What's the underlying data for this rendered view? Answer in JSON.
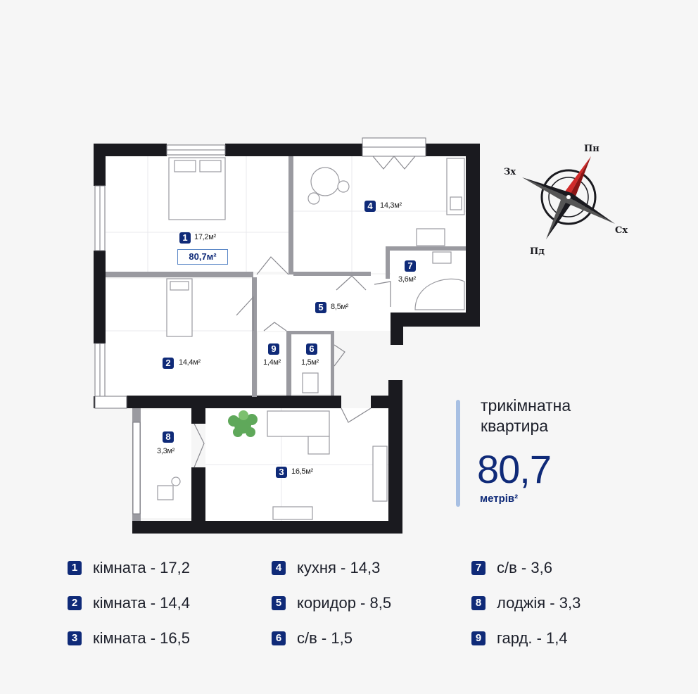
{
  "rooms": [
    {
      "num": "1",
      "area": "17,2м²"
    },
    {
      "num": "2",
      "area": "14,4м²"
    },
    {
      "num": "3",
      "area": "16,5м²"
    },
    {
      "num": "4",
      "area": "14,3м²"
    },
    {
      "num": "5",
      "area": "8,5м²"
    },
    {
      "num": "6",
      "area": "1,5м²"
    },
    {
      "num": "7",
      "area": "3,6м²"
    },
    {
      "num": "8",
      "area": "3,3м²"
    },
    {
      "num": "9",
      "area": "1,4м²"
    }
  ],
  "plan_total": "80,7м²",
  "compass": {
    "north": "Пн",
    "east": "Сх",
    "south": "Пд",
    "west": "Зх"
  },
  "info": {
    "title_line1": "трикімнатна",
    "title_line2": "квартира",
    "area": "80,7",
    "unit": "метрів²"
  },
  "legend": [
    {
      "num": "1",
      "text": "кімната - 17,2"
    },
    {
      "num": "2",
      "text": "кімната - 14,4"
    },
    {
      "num": "3",
      "text": "кімната - 16,5"
    },
    {
      "num": "4",
      "text": "кухня - 14,3"
    },
    {
      "num": "5",
      "text": "коридор - 8,5"
    },
    {
      "num": "6",
      "text": "с/в - 1,5"
    },
    {
      "num": "7",
      "text": "с/в - 3,6"
    },
    {
      "num": "8",
      "text": "лоджія - 3,3"
    },
    {
      "num": "9",
      "text": "гард. - 1,4"
    }
  ],
  "colors": {
    "accent": "#0f2a78",
    "wall": "#1a1a1f",
    "bar": "#a8c0e3",
    "compass_red": "#d02a2a"
  }
}
